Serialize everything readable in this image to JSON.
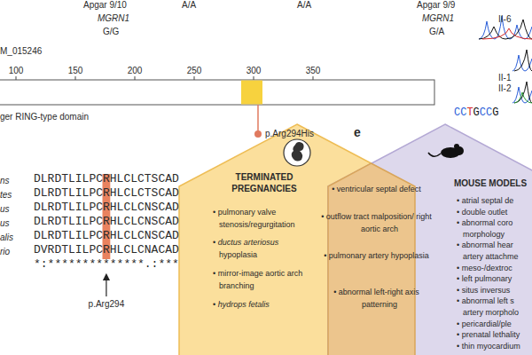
{
  "diagram": {
    "nodes": [
      {
        "text": [
          "TERMINATED PREGNANCIES",
          "• pulmonary valve stenosis/regurgitation",
          "• ductus arteriosus hypoplasia",
          "• mirror-image aortic arch branching",
          "• hydrops fetalis"
        ]
      },
      {
        "text": [
          "• ventricular septal defect",
          "• outflow tract malposition/ right aortic arch",
          "• pulmonary artery hypoplasia",
          "• abnormal left-right axis patterning"
        ]
      },
      {
        "text": [
          "MOUSE MODELS",
          "• atrial septal de",
          "• double outlet",
          "• abnormal coro morphology",
          "• abnormal hear artery attachme",
          "• meso-/dextroc",
          "• left pulmonary",
          "• situs inversus",
          "• abnormal left s artery morpholo",
          "• pericardial/ple",
          "• prenatal lethality",
          "• thin myocardium"
        ]
      }
    ],
    "labels": [
      "Apgar 9/10",
      "A/A",
      "MGRN1",
      "G/G",
      "A/A",
      "Apgar 9/9",
      "MGRN1",
      "G/A",
      "II-6",
      "II-1",
      "II-2",
      "CCTGCCG",
      "M_015246",
      "100",
      "150",
      "200",
      "250",
      "300",
      "350",
      "ger RING-type domain",
      "p.Arg294His",
      "ns",
      "tes",
      "us",
      "us",
      "alis",
      "rio",
      "DLRDTLILPCRHLCLCTSCAD",
      "DLRDTLILPCRHLCLCTSCAD",
      "DLRDTLILPCRHLCLCNSCAD",
      "DLRDTLILPCRHLCLCNSCAD",
      "DLRDTLILPCRHLCLCNSCAD",
      "DVRDTLILPCRHLCLCNACAD",
      "*:**************.:***",
      "p.Arg294",
      "e"
    ]
  }
}
